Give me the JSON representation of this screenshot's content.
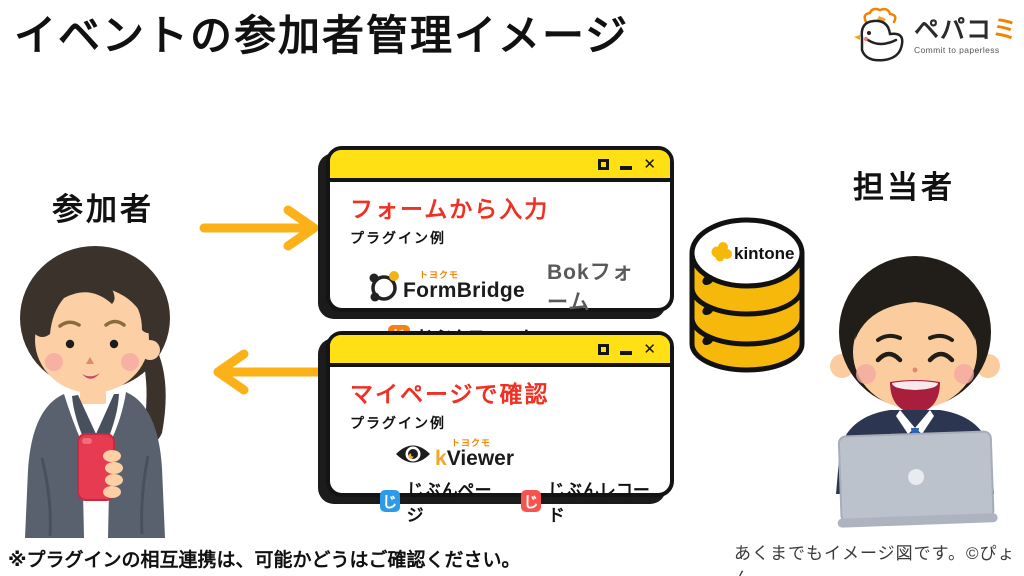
{
  "page": {
    "title": "イベントの参加者管理イメージ"
  },
  "brand": {
    "name_main": "ペパコ",
    "name_accent": "ミ",
    "tagline": "Commit to paperless"
  },
  "actors": {
    "participant": "参加者",
    "staff": "担当者"
  },
  "window_controls": {
    "close_glyph": "✕"
  },
  "form_window": {
    "heading": "フォームから入力",
    "subheading": "プラグイン例",
    "plugins": {
      "formbridge": {
        "brand": "トヨクモ",
        "name": "FormBridge"
      },
      "bokform": {
        "name": "Bokフォーム"
      },
      "jibunform": {
        "icon_glyph": "じ",
        "name": "じぶんフォーム"
      }
    }
  },
  "mypage_window": {
    "heading": "マイページで確認",
    "subheading": "プラグイン例",
    "plugins": {
      "kviewer": {
        "brand": "トヨクモ",
        "name": "kViewer"
      },
      "jibunpage": {
        "icon_glyph": "じ",
        "name": "じぶんページ"
      },
      "jibunrecord": {
        "icon_glyph": "じ",
        "name": "じぶんレコード"
      }
    }
  },
  "database": {
    "label": "kintone"
  },
  "footnotes": {
    "left": "※プラグインの相互連携は、可能かどうはご確認ください。",
    "right": "あくまでもイメージ図です。©ぴょん"
  },
  "colors": {
    "accent_yellow": "#FFE014",
    "arrow_amber": "#FBB117",
    "cylinder_gold": "#F7B80C",
    "heading_red": "#EF3123",
    "toyokumo_orange": "#F08300",
    "jibunform_orange": "#F5820D",
    "jibunpage_blue": "#2E9BE8",
    "jibunrecord_red": "#F8544F"
  }
}
